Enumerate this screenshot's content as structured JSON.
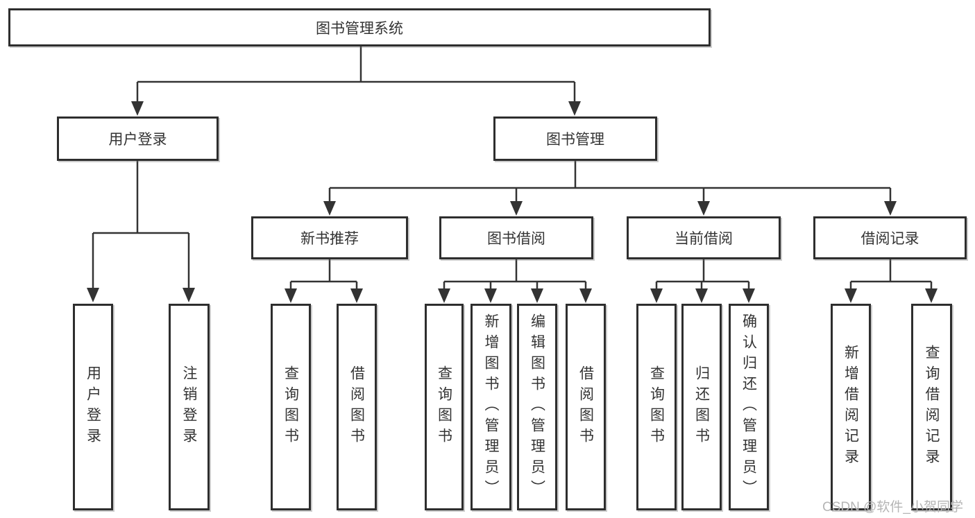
{
  "diagram": {
    "title": "图书管理系统",
    "branches": [
      {
        "label": "用户登录",
        "children": [
          {
            "label": "用户登录"
          },
          {
            "label": "注销登录"
          }
        ]
      },
      {
        "label": "图书管理",
        "children": [
          {
            "label": "新书推荐",
            "children": [
              {
                "label": "查询图书"
              },
              {
                "label": "借阅图书"
              }
            ]
          },
          {
            "label": "图书借阅",
            "children": [
              {
                "label": "查询图书"
              },
              {
                "label": "新增图书（管理员）"
              },
              {
                "label": "编辑图书（管理员）"
              },
              {
                "label": "借阅图书"
              }
            ]
          },
          {
            "label": "当前借阅",
            "children": [
              {
                "label": "查询图书"
              },
              {
                "label": "归还图书"
              },
              {
                "label": "确认归还（管理员）"
              }
            ]
          },
          {
            "label": "借阅记录",
            "children": [
              {
                "label": "新增借阅记录"
              },
              {
                "label": "查询借阅记录"
              }
            ]
          }
        ]
      }
    ]
  },
  "watermark": {
    "text": "CSDN @软件_小贺同学"
  },
  "colors": {
    "line": "#333333",
    "box-border": "#2e2e2e",
    "text": "#333333",
    "watermark": "#b5b5b5",
    "page-bg": "#ffffff"
  }
}
